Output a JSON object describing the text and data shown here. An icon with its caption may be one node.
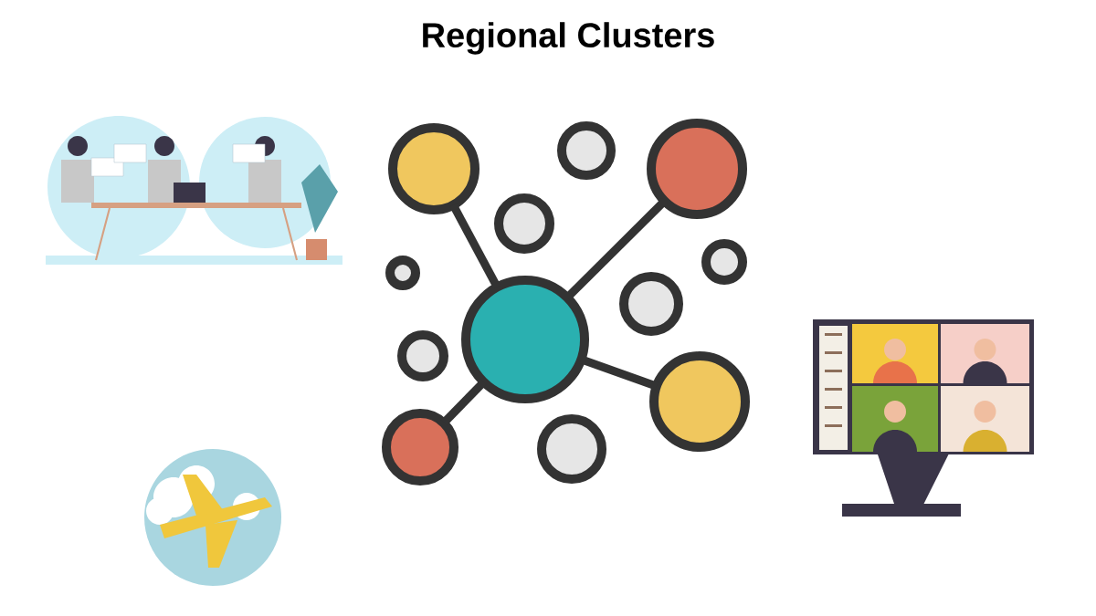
{
  "diagram": {
    "title": "Regional Clusters",
    "nodes": [
      {
        "text": [],
        "shape": "circle"
      },
      {
        "text": [],
        "shape": "circle"
      },
      {
        "text": [],
        "shape": "circle"
      },
      {
        "text": [],
        "shape": "circle"
      },
      {
        "text": [],
        "shape": "circle"
      },
      {
        "text": [],
        "shape": "circle"
      },
      {
        "text": [],
        "shape": "circle"
      },
      {
        "text": [],
        "shape": "circle"
      },
      {
        "text": [],
        "shape": "circle"
      },
      {
        "text": [],
        "shape": "circle"
      },
      {
        "text": [],
        "shape": "circle"
      },
      {
        "text": [],
        "shape": "circle"
      }
    ],
    "edges": [
      {
        "from": 7,
        "to": 0,
        "arrow": "none"
      },
      {
        "from": 7,
        "to": 2,
        "arrow": "none"
      },
      {
        "from": 7,
        "to": 9,
        "arrow": "none"
      },
      {
        "from": 7,
        "to": 10,
        "arrow": "none"
      }
    ]
  }
}
